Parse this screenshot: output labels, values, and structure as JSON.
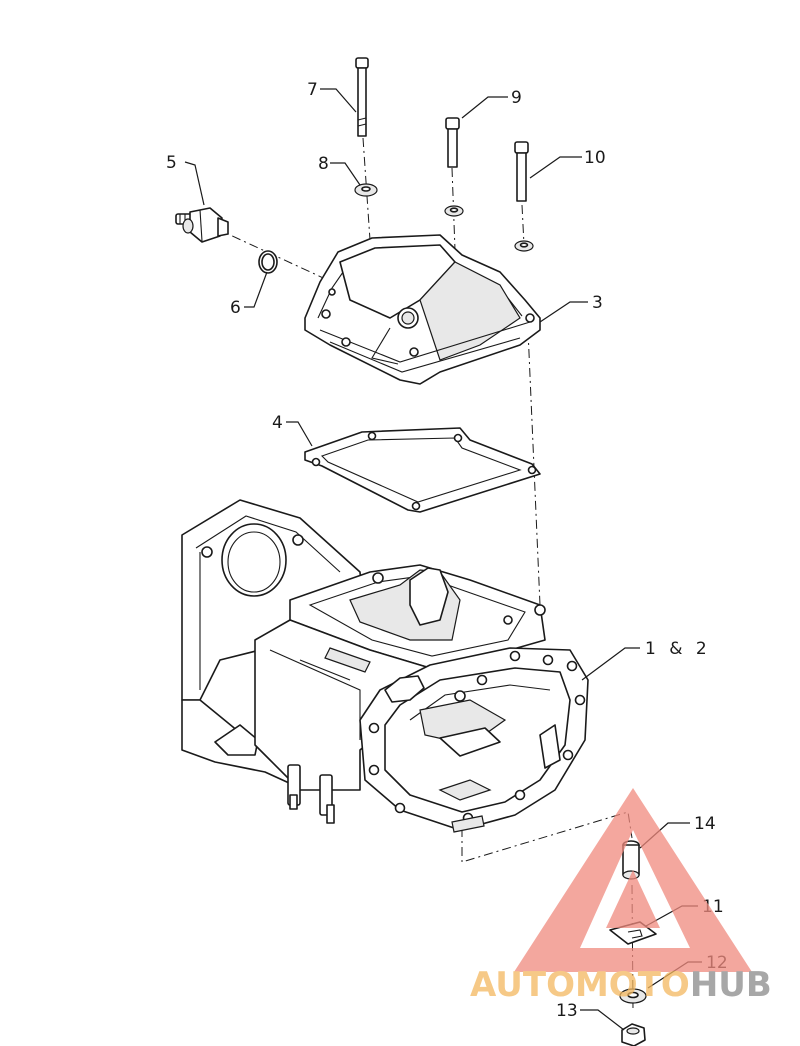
{
  "callouts": [
    {
      "id": "7",
      "label": "7"
    },
    {
      "id": "9",
      "label": "9"
    },
    {
      "id": "5",
      "label": "5"
    },
    {
      "id": "8",
      "label": "8"
    },
    {
      "id": "10",
      "label": "10"
    },
    {
      "id": "6",
      "label": "6"
    },
    {
      "id": "3",
      "label": "3"
    },
    {
      "id": "4",
      "label": "4"
    },
    {
      "id": "1-2",
      "label": "1 & 2"
    },
    {
      "id": "14",
      "label": "14"
    },
    {
      "id": "11",
      "label": "11"
    },
    {
      "id": "12",
      "label": "12"
    },
    {
      "id": "13",
      "label": "13"
    }
  ],
  "watermark": {
    "part1": "AUTOMOTO",
    "part2": "HUB",
    "color_primary": "#f08a7e",
    "color_accent": "#f4b860",
    "color_secondary": "#8a8a8a"
  }
}
